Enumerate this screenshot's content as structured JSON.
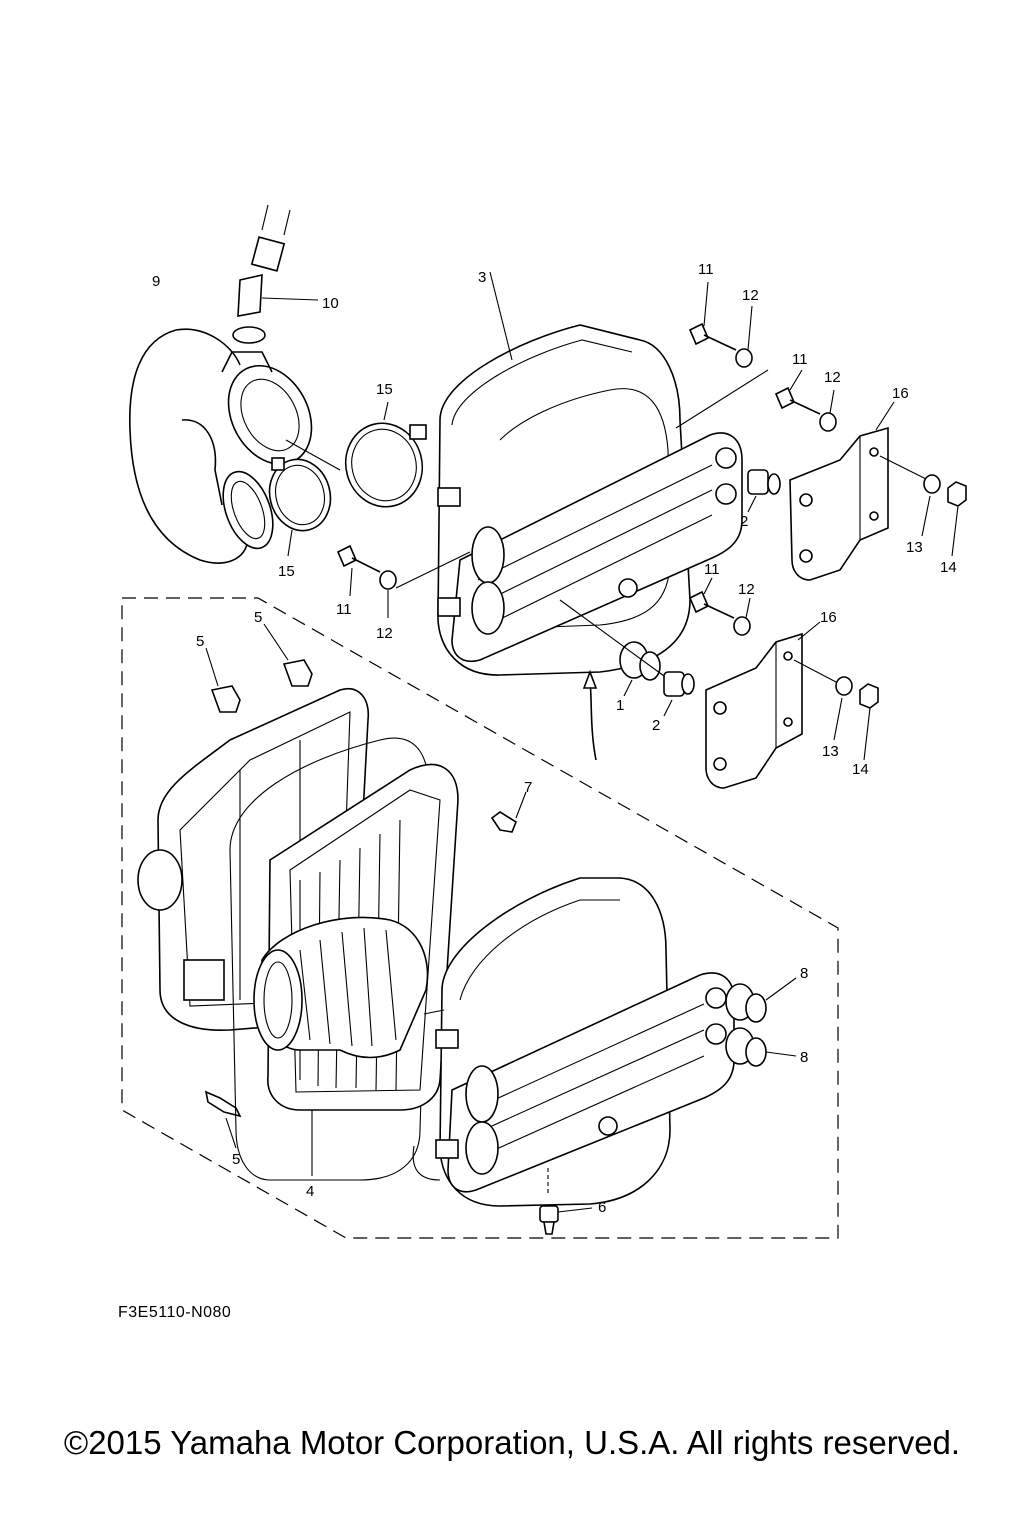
{
  "diagram": {
    "reference_code": "F3E5110-N080",
    "copyright": "©2015 Yamaha Motor Corporation, U.S.A. All rights reserved.",
    "callouts": [
      {
        "id": "c9",
        "label": "9"
      },
      {
        "id": "c10",
        "label": "10"
      },
      {
        "id": "c3",
        "label": "3"
      },
      {
        "id": "c11a",
        "label": "11"
      },
      {
        "id": "c12a",
        "label": "12"
      },
      {
        "id": "c11b",
        "label": "11"
      },
      {
        "id": "c12b",
        "label": "12"
      },
      {
        "id": "c16a",
        "label": "16"
      },
      {
        "id": "c15a",
        "label": "15"
      },
      {
        "id": "c2a",
        "label": "2"
      },
      {
        "id": "c13a",
        "label": "13"
      },
      {
        "id": "c14a",
        "label": "14"
      },
      {
        "id": "c15b",
        "label": "15"
      },
      {
        "id": "c11c",
        "label": "11"
      },
      {
        "id": "c12c",
        "label": "12"
      },
      {
        "id": "c11d",
        "label": "11"
      },
      {
        "id": "c12d",
        "label": "12"
      },
      {
        "id": "c16b",
        "label": "16"
      },
      {
        "id": "c5a",
        "label": "5"
      },
      {
        "id": "c5b",
        "label": "5"
      },
      {
        "id": "c1",
        "label": "1"
      },
      {
        "id": "c2b",
        "label": "2"
      },
      {
        "id": "c13b",
        "label": "13"
      },
      {
        "id": "c14b",
        "label": "14"
      },
      {
        "id": "c7",
        "label": "7"
      },
      {
        "id": "c8a",
        "label": "8"
      },
      {
        "id": "c8b",
        "label": "8"
      },
      {
        "id": "c5c",
        "label": "5"
      },
      {
        "id": "c4",
        "label": "4"
      },
      {
        "id": "c6",
        "label": "6"
      }
    ]
  }
}
